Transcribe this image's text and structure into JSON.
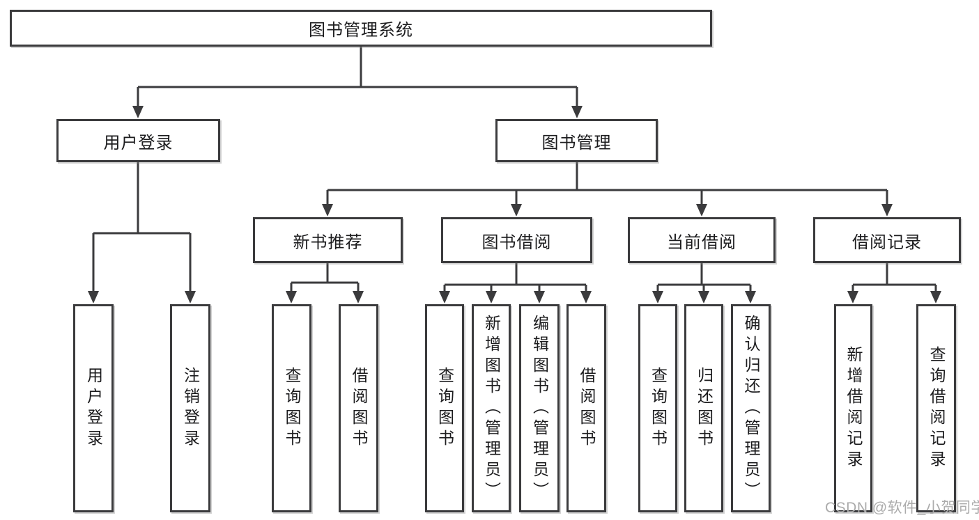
{
  "tree": {
    "root": {
      "label": "图书管理系统",
      "children": [
        {
          "label": "用户登录",
          "children": [
            {
              "label": "用户登录"
            },
            {
              "label": "注销登录"
            }
          ]
        },
        {
          "label": "图书管理",
          "children": [
            {
              "label": "新书推荐",
              "children": [
                {
                  "label": "查询图书"
                },
                {
                  "label": "借阅图书"
                }
              ]
            },
            {
              "label": "图书借阅",
              "children": [
                {
                  "label": "查询图书"
                },
                {
                  "label": "新增图书（管理员）"
                },
                {
                  "label": "编辑图书（管理员）"
                },
                {
                  "label": "借阅图书"
                }
              ]
            },
            {
              "label": "当前借阅",
              "children": [
                {
                  "label": "查询图书"
                },
                {
                  "label": "归还图书"
                },
                {
                  "label": "确认归还（管理员）"
                }
              ]
            },
            {
              "label": "借阅记录",
              "children": [
                {
                  "label": "新增借阅记录"
                },
                {
                  "label": "查询借阅记录"
                }
              ]
            }
          ]
        }
      ]
    }
  },
  "watermark": {
    "text": "CSDN @软件_小贺同学"
  },
  "colors": {
    "line": "#3b3b3d",
    "text": "#1c1c1e",
    "watermark": "#ababab",
    "bg": "#ffffff"
  }
}
